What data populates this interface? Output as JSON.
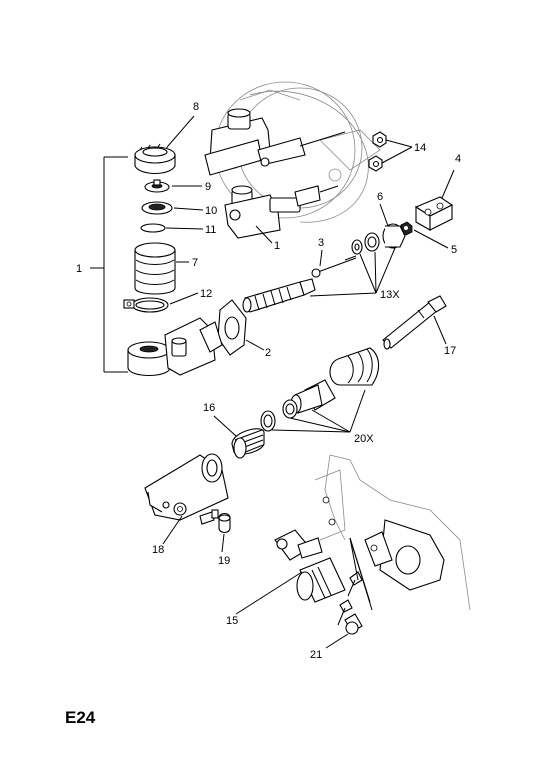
{
  "diagram": {
    "page_code": "E24",
    "callouts": {
      "c1": "1",
      "c1b": "1",
      "c2": "2",
      "c3": "3",
      "c4": "4",
      "c5": "5",
      "c6": "6",
      "c7": "7",
      "c8": "8",
      "c9": "9",
      "c10": "10",
      "c11": "11",
      "c12": "12",
      "c13": "13X",
      "c14": "14",
      "c15": "15",
      "c16": "16",
      "c17": "17",
      "c18": "18",
      "c19": "19",
      "c20": "20X",
      "c21": "21"
    }
  }
}
